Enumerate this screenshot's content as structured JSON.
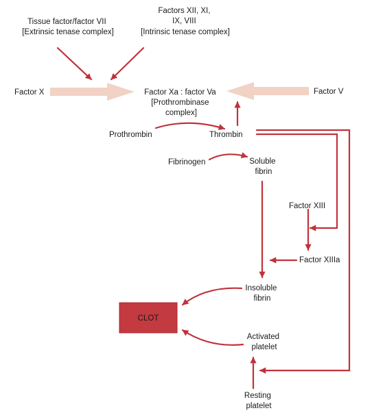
{
  "colors": {
    "arrow_red": "#c0323a",
    "pale_arrow": "#f1d2c4",
    "clot_fill": "#c33a40",
    "clot_border": "#a8262c",
    "text": "#1a1a1a"
  },
  "labels": {
    "extrinsic": [
      "Tissue factor/factor VII",
      "[Extrinsic tenase complex]"
    ],
    "intrinsic": [
      "Factors XII, XI,",
      "IX, VIII",
      "[Intrinsic tenase complex]"
    ],
    "factor_x": "Factor X",
    "factor_v": "Factor V",
    "prothrombinase": [
      "Factor Xa : factor Va",
      "[Prothrombinase",
      "complex]"
    ],
    "prothrombin": "Prothrombin",
    "thrombin": "Thrombin",
    "fibrinogen": "Fibrinogen",
    "soluble_fibrin": [
      "Soluble",
      "fibrin"
    ],
    "factor_xiii": "Factor XIII",
    "factor_xiiia": "Factor XIIIa",
    "insoluble_fibrin": [
      "Insoluble",
      "fibrin"
    ],
    "clot": "CLOT",
    "activated_platelet": [
      "Activated",
      "platelet"
    ],
    "resting_platelet": [
      "Resting",
      "platelet"
    ]
  }
}
